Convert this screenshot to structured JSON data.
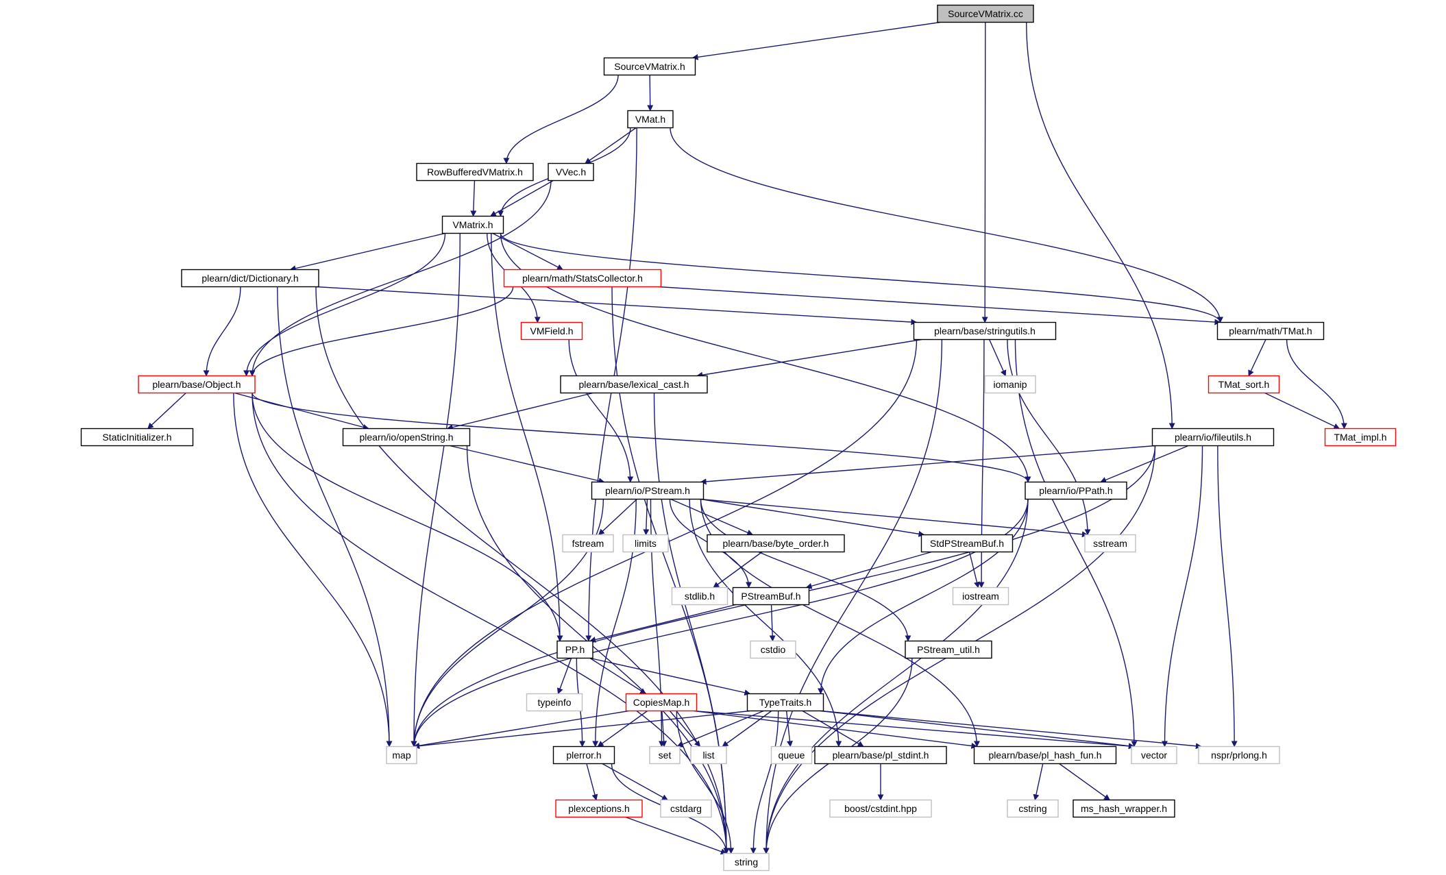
{
  "diagram": {
    "type": "include-dependency-graph",
    "colors": {
      "edge": "#191970",
      "root_fill": "#bfbfbf",
      "normal_border": "#000000",
      "truncated_border": "#ff0000",
      "system_border": "#bfbfbf"
    },
    "nodes": [
      {
        "id": "svm_cc",
        "label": "SourceVMatrix.cc",
        "style": "root"
      },
      {
        "id": "svm_h",
        "label": "SourceVMatrix.h",
        "style": "normal"
      },
      {
        "id": "vmat",
        "label": "VMat.h",
        "style": "normal"
      },
      {
        "id": "rbvm",
        "label": "RowBufferedVMatrix.h",
        "style": "normal"
      },
      {
        "id": "vvec",
        "label": "VVec.h",
        "style": "normal"
      },
      {
        "id": "vmatrix",
        "label": "VMatrix.h",
        "style": "normal"
      },
      {
        "id": "dict",
        "label": "plearn/dict/Dictionary.h",
        "style": "normal"
      },
      {
        "id": "stats",
        "label": "plearn/math/StatsCollector.h",
        "style": "truncated"
      },
      {
        "id": "vmfield",
        "label": "VMField.h",
        "style": "truncated"
      },
      {
        "id": "stringutils",
        "label": "plearn/base/stringutils.h",
        "style": "normal"
      },
      {
        "id": "tmat",
        "label": "plearn/math/TMat.h",
        "style": "normal"
      },
      {
        "id": "object",
        "label": "plearn/base/Object.h",
        "style": "truncated"
      },
      {
        "id": "lexcast",
        "label": "plearn/base/lexical_cast.h",
        "style": "normal"
      },
      {
        "id": "iomanip",
        "label": "iomanip",
        "style": "system"
      },
      {
        "id": "tmatsort",
        "label": "TMat_sort.h",
        "style": "truncated"
      },
      {
        "id": "staticinit",
        "label": "StaticInitializer.h",
        "style": "normal"
      },
      {
        "id": "openstring",
        "label": "plearn/io/openString.h",
        "style": "normal"
      },
      {
        "id": "fileutils",
        "label": "plearn/io/fileutils.h",
        "style": "normal"
      },
      {
        "id": "tmatimpl",
        "label": "TMat_impl.h",
        "style": "truncated"
      },
      {
        "id": "pstream",
        "label": "plearn/io/PStream.h",
        "style": "normal"
      },
      {
        "id": "ppath",
        "label": "plearn/io/PPath.h",
        "style": "normal"
      },
      {
        "id": "fstream",
        "label": "fstream",
        "style": "system"
      },
      {
        "id": "limits",
        "label": "limits",
        "style": "system"
      },
      {
        "id": "byteorder",
        "label": "plearn/base/byte_order.h",
        "style": "normal"
      },
      {
        "id": "stdpsb",
        "label": "StdPStreamBuf.h",
        "style": "normal"
      },
      {
        "id": "sstream",
        "label": "sstream",
        "style": "system"
      },
      {
        "id": "stdlib",
        "label": "stdlib.h",
        "style": "system"
      },
      {
        "id": "psbuf",
        "label": "PStreamBuf.h",
        "style": "normal"
      },
      {
        "id": "iostream",
        "label": "iostream",
        "style": "system"
      },
      {
        "id": "cstdio",
        "label": "cstdio",
        "style": "system"
      },
      {
        "id": "pp",
        "label": "PP.h",
        "style": "normal"
      },
      {
        "id": "psutil",
        "label": "PStream_util.h",
        "style": "normal"
      },
      {
        "id": "typeinfo",
        "label": "typeinfo",
        "style": "system"
      },
      {
        "id": "copiesmap",
        "label": "CopiesMap.h",
        "style": "truncated"
      },
      {
        "id": "typetraits",
        "label": "TypeTraits.h",
        "style": "normal"
      },
      {
        "id": "map",
        "label": "map",
        "style": "system"
      },
      {
        "id": "plerror",
        "label": "plerror.h",
        "style": "normal"
      },
      {
        "id": "set",
        "label": "set",
        "style": "system"
      },
      {
        "id": "list",
        "label": "list",
        "style": "system"
      },
      {
        "id": "queue",
        "label": "queue",
        "style": "system"
      },
      {
        "id": "plstdint",
        "label": "plearn/base/pl_stdint.h",
        "style": "normal"
      },
      {
        "id": "plhash",
        "label": "plearn/base/pl_hash_fun.h",
        "style": "normal"
      },
      {
        "id": "vector",
        "label": "vector",
        "style": "system"
      },
      {
        "id": "prlong",
        "label": "nspr/prlong.h",
        "style": "system"
      },
      {
        "id": "plexc",
        "label": "plexceptions.h",
        "style": "truncated"
      },
      {
        "id": "cstdarg",
        "label": "cstdarg",
        "style": "system"
      },
      {
        "id": "boostcstdint",
        "label": "boost/cstdint.hpp",
        "style": "system"
      },
      {
        "id": "cstring",
        "label": "cstring",
        "style": "system"
      },
      {
        "id": "mshash",
        "label": "ms_hash_wrapper.h",
        "style": "normal"
      },
      {
        "id": "string",
        "label": "string",
        "style": "system"
      }
    ],
    "edges": [
      [
        "svm_cc",
        "svm_h"
      ],
      [
        "svm_cc",
        "stringutils"
      ],
      [
        "svm_cc",
        "fileutils"
      ],
      [
        "svm_h",
        "vmat"
      ],
      [
        "svm_h",
        "rbvm"
      ],
      [
        "vmat",
        "vvec"
      ],
      [
        "vmat",
        "vmatrix"
      ],
      [
        "vmat",
        "tmat"
      ],
      [
        "vmat",
        "pp"
      ],
      [
        "rbvm",
        "vmatrix"
      ],
      [
        "vvec",
        "vmatrix"
      ],
      [
        "vvec",
        "object"
      ],
      [
        "vmatrix",
        "dict"
      ],
      [
        "vmatrix",
        "stats"
      ],
      [
        "vmatrix",
        "vmfield"
      ],
      [
        "vmatrix",
        "object"
      ],
      [
        "vmatrix",
        "map"
      ],
      [
        "vmatrix",
        "pp"
      ],
      [
        "vmatrix",
        "tmat"
      ],
      [
        "vmatrix",
        "ppath"
      ],
      [
        "dict",
        "object"
      ],
      [
        "dict",
        "stringutils"
      ],
      [
        "dict",
        "map"
      ],
      [
        "dict",
        "string"
      ],
      [
        "stats",
        "object"
      ],
      [
        "stats",
        "tmat"
      ],
      [
        "stats",
        "string"
      ],
      [
        "vmfield",
        "pstream"
      ],
      [
        "stringutils",
        "lexcast"
      ],
      [
        "stringutils",
        "iomanip"
      ],
      [
        "stringutils",
        "map"
      ],
      [
        "stringutils",
        "sstream"
      ],
      [
        "stringutils",
        "iostream"
      ],
      [
        "stringutils",
        "vector"
      ],
      [
        "stringutils",
        "string"
      ],
      [
        "tmat",
        "tmatsort"
      ],
      [
        "tmat",
        "tmatimpl"
      ],
      [
        "tmatsort",
        "tmatimpl"
      ],
      [
        "object",
        "staticinit"
      ],
      [
        "object",
        "openstring"
      ],
      [
        "object",
        "ppath"
      ],
      [
        "object",
        "pp"
      ],
      [
        "object",
        "map"
      ],
      [
        "object",
        "string"
      ],
      [
        "lexcast",
        "openstring"
      ],
      [
        "lexcast",
        "string"
      ],
      [
        "openstring",
        "pstream"
      ],
      [
        "openstring",
        "string"
      ],
      [
        "fileutils",
        "pstream"
      ],
      [
        "fileutils",
        "ppath"
      ],
      [
        "fileutils",
        "map"
      ],
      [
        "fileutils",
        "vector"
      ],
      [
        "fileutils",
        "prlong"
      ],
      [
        "fileutils",
        "string"
      ],
      [
        "pstream",
        "fstream"
      ],
      [
        "pstream",
        "limits"
      ],
      [
        "pstream",
        "byteorder"
      ],
      [
        "pstream",
        "stdpsb"
      ],
      [
        "pstream",
        "sstream"
      ],
      [
        "pstream",
        "psbuf"
      ],
      [
        "pstream",
        "psutil"
      ],
      [
        "pstream",
        "plstdint"
      ],
      [
        "pstream",
        "plhash"
      ],
      [
        "pstream",
        "map"
      ],
      [
        "pstream",
        "set"
      ],
      [
        "pstream",
        "plerror"
      ],
      [
        "ppath",
        "typetraits"
      ],
      [
        "ppath",
        "map"
      ],
      [
        "ppath",
        "string"
      ],
      [
        "byteorder",
        "stdlib"
      ],
      [
        "stdpsb",
        "psbuf"
      ],
      [
        "stdpsb",
        "iostream"
      ],
      [
        "psbuf",
        "pp"
      ],
      [
        "psbuf",
        "cstdio"
      ],
      [
        "pp",
        "typeinfo"
      ],
      [
        "pp",
        "copiesmap"
      ],
      [
        "pp",
        "typetraits"
      ],
      [
        "pp",
        "plerror"
      ],
      [
        "psutil",
        "string"
      ],
      [
        "copiesmap",
        "map"
      ],
      [
        "copiesmap",
        "set"
      ],
      [
        "copiesmap",
        "list"
      ],
      [
        "copiesmap",
        "plerror"
      ],
      [
        "copiesmap",
        "vector"
      ],
      [
        "copiesmap",
        "plhash"
      ],
      [
        "copiesmap",
        "string"
      ],
      [
        "typetraits",
        "map"
      ],
      [
        "typetraits",
        "set"
      ],
      [
        "typetraits",
        "list"
      ],
      [
        "typetraits",
        "queue"
      ],
      [
        "typetraits",
        "plstdint"
      ],
      [
        "typetraits",
        "vector"
      ],
      [
        "typetraits",
        "prlong"
      ],
      [
        "typetraits",
        "string"
      ],
      [
        "plerror",
        "plexc"
      ],
      [
        "plerror",
        "cstdarg"
      ],
      [
        "plerror",
        "string"
      ],
      [
        "plexc",
        "string"
      ],
      [
        "plstdint",
        "boostcstdint"
      ],
      [
        "plhash",
        "cstring"
      ],
      [
        "plhash",
        "mshash"
      ]
    ]
  }
}
